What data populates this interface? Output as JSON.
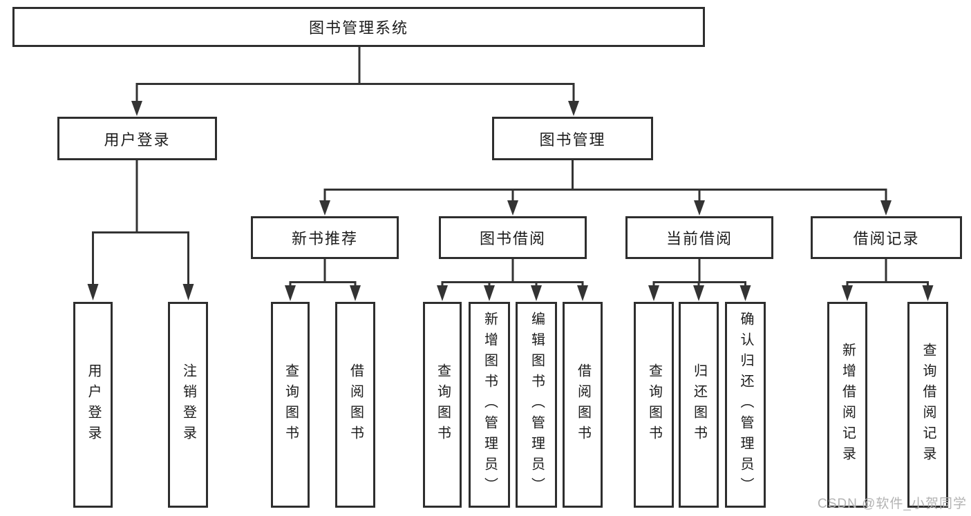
{
  "diagram": {
    "title": "图书管理系统",
    "root": {
      "label": "图书管理系统"
    },
    "branches": [
      {
        "label": "用户登录",
        "children": [
          {
            "label": "用户登录"
          },
          {
            "label": "注销登录"
          }
        ]
      },
      {
        "label": "图书管理",
        "children": [
          {
            "label": "新书推荐",
            "children": [
              {
                "label": "查询图书"
              },
              {
                "label": "借阅图书"
              }
            ]
          },
          {
            "label": "图书借阅",
            "children": [
              {
                "label": "查询图书"
              },
              {
                "label": "新增图书（管理员）"
              },
              {
                "label": "编辑图书（管理员）"
              },
              {
                "label": "借阅图书"
              }
            ]
          },
          {
            "label": "当前借阅",
            "children": [
              {
                "label": "查询图书"
              },
              {
                "label": "归还图书"
              },
              {
                "label": "确认归还（管理员）"
              }
            ]
          },
          {
            "label": "借阅记录",
            "children": [
              {
                "label": "新增借阅记录"
              },
              {
                "label": "查询借阅记录"
              }
            ]
          }
        ]
      }
    ]
  },
  "watermark": {
    "text": "CSDN @软件_小贺同学",
    "color": "#b3b3b3"
  },
  "colors": {
    "line": "#333333",
    "box_border": "#2e2e2e",
    "text": "#1c1c1c",
    "background": "#ffffff"
  }
}
